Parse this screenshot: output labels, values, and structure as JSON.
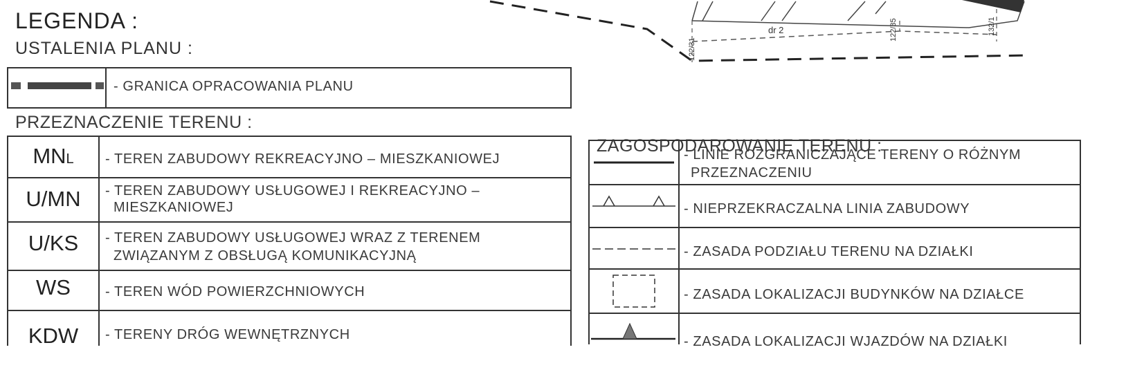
{
  "legend_title": "LEGENDA :",
  "plan_header": "USTALENIA PLANU :",
  "boundary_label": "- GRANICA OPRACOWANIA PLANU",
  "land_use": {
    "header": "PRZEZNACZENIE TERENU :",
    "rows": [
      {
        "symbol_main": "MN",
        "symbol_suffix": "L",
        "desc_1": "- TEREN ZABUDOWY REKREACYJNO – MIESZKANIOWEJ",
        "desc_2": ""
      },
      {
        "symbol_main": "U/MN",
        "symbol_suffix": "",
        "desc_1": "- TEREN ZABUDOWY USŁUGOWEJ I REKREACYJNO –",
        "desc_2": "MIESZKANIOWEJ"
      },
      {
        "symbol_main": "U/KS",
        "symbol_suffix": "",
        "desc_1": "- TEREN ZABUDOWY USŁUGOWEJ WRAZ Z TERENEM",
        "desc_2": "ZWIĄZANYM Z OBSŁUGĄ KOMUNIKACYJNĄ"
      },
      {
        "symbol_main": "WS",
        "symbol_suffix": "",
        "desc_1": "- TEREN WÓD POWIERZCHNIOWYCH",
        "desc_2": ""
      },
      {
        "symbol_main": "KDW",
        "symbol_suffix": "",
        "desc_1": "- TERENY DRÓG WEWNĘTRZNYCH",
        "desc_2": ""
      }
    ]
  },
  "development": {
    "header": "ZAGOSPODAROWANIE TERENU :",
    "rows": [
      {
        "icon": "solid-line-icon",
        "desc_1": "- LINIE ROZGRANICZAJĄCE TERENY O RÓŻNYM",
        "desc_2": "PRZEZNACZENIU"
      },
      {
        "icon": "triangle-line-icon",
        "desc_1": "- NIEPRZEKRACZALNA LINIA ZABUDOWY",
        "desc_2": ""
      },
      {
        "icon": "dashed-line-icon",
        "desc_1": "- ZASADA PODZIAŁU TERENU NA DZIAŁKI",
        "desc_2": ""
      },
      {
        "icon": "dashed-square-icon",
        "desc_1": "- ZASADA LOKALIZACJI BUDYNKÓW NA DZIAŁCE",
        "desc_2": ""
      },
      {
        "icon": "triangle-marker-icon",
        "desc_1": "- ZASADA LOKALIZACJI WJAZDÓW NA DZIAŁKI",
        "desc_2": ""
      }
    ]
  },
  "map_labels": [
    "122/31",
    "122/35",
    "132/1",
    "dr 2"
  ]
}
